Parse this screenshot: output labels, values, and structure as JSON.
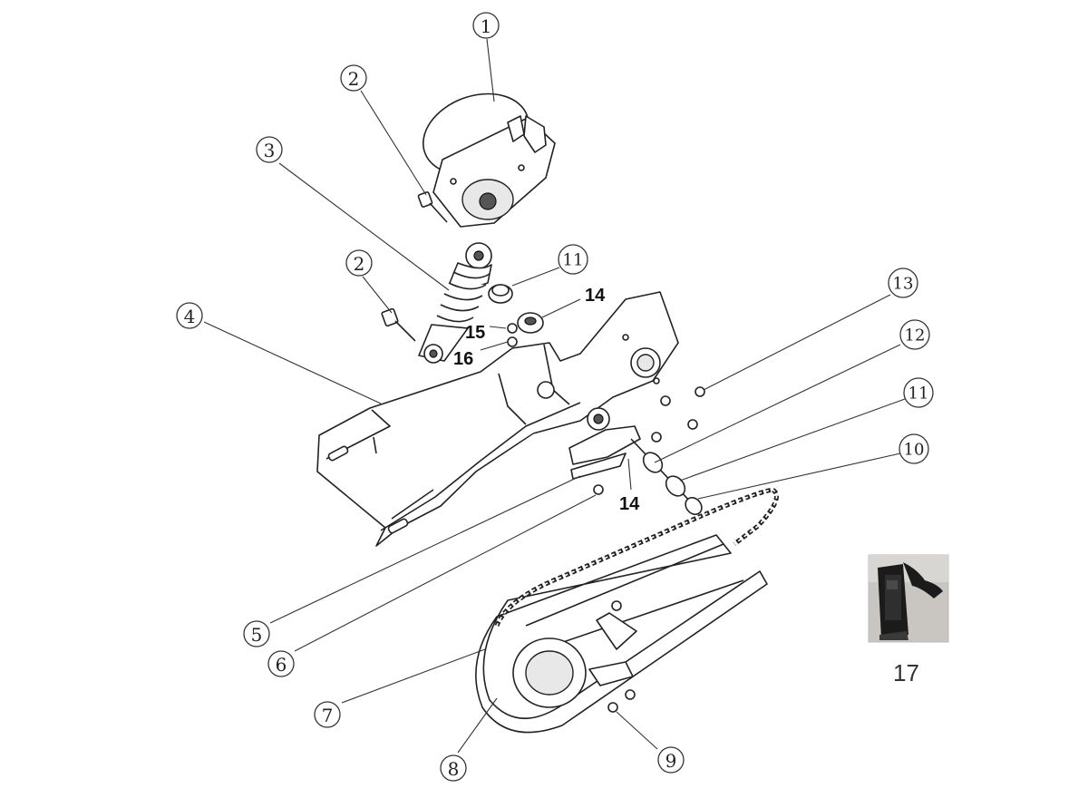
{
  "callouts": {
    "c1": "1",
    "c2a": "2",
    "c2b": "2",
    "c3": "3",
    "c4": "4",
    "c5": "5",
    "c6": "6",
    "c7": "7",
    "c8": "8",
    "c9": "9",
    "c10": "10",
    "c11a": "11",
    "c11b": "11",
    "c12": "12",
    "c13": "13"
  },
  "bold_labels": {
    "b14a": "14",
    "b14b": "14",
    "b15": "15",
    "b16": "16"
  },
  "photo": {
    "label": "17"
  }
}
